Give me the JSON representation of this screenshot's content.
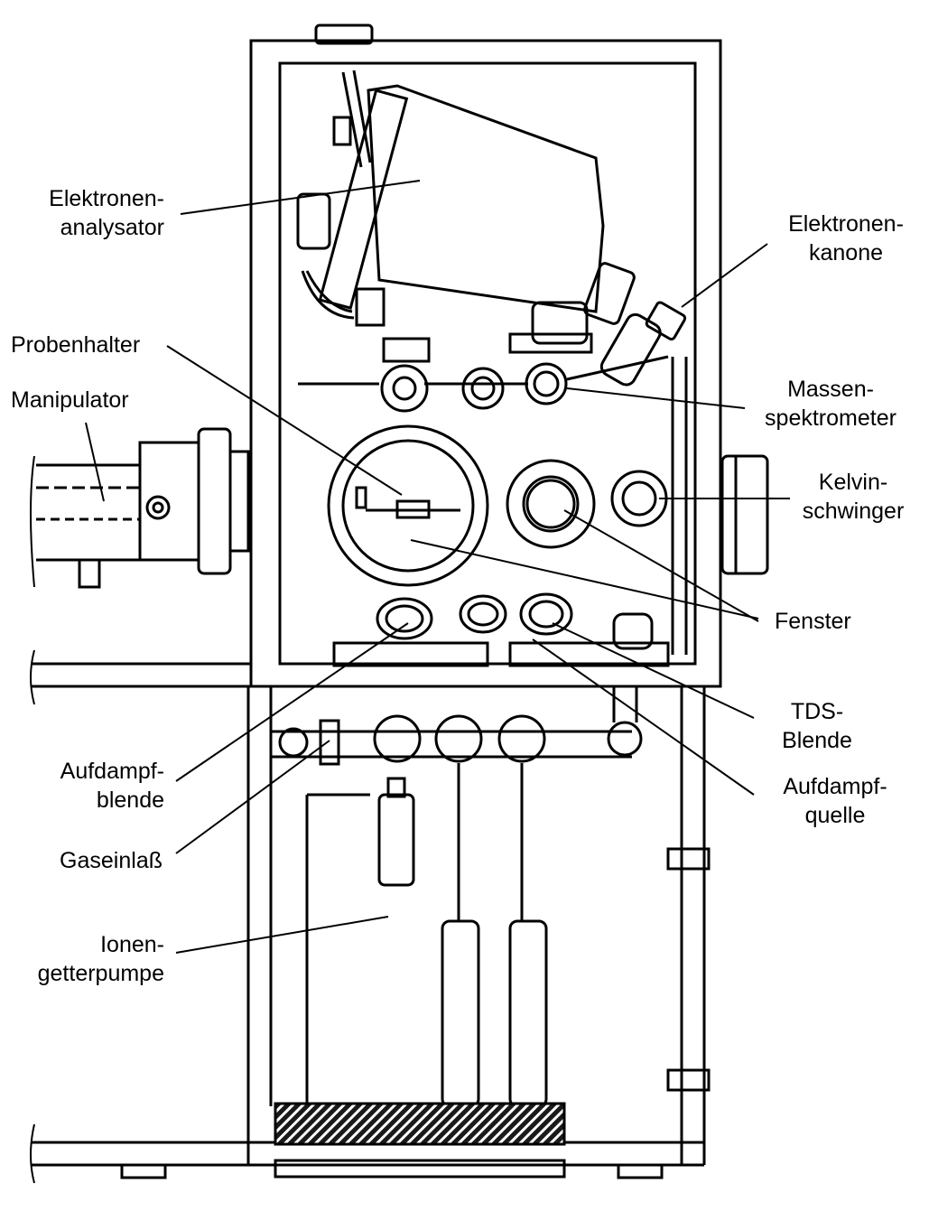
{
  "labels": {
    "elektronenanalysator": {
      "line1": "Elektronen-",
      "line2": "analysator"
    },
    "elektronenkanone": {
      "line1": "Elektronen-",
      "line2": "kanone"
    },
    "probenhalter": {
      "line1": "Probenhalter"
    },
    "manipulator": {
      "line1": "Manipulator"
    },
    "massenspektrometer": {
      "line1": "Massen-",
      "line2": "spektrometer"
    },
    "kelvinschwinger": {
      "line1": "Kelvin-",
      "line2": "schwinger"
    },
    "fenster": {
      "line1": "Fenster"
    },
    "tds_blende": {
      "line1": "TDS-",
      "line2": "Blende"
    },
    "aufdampfblende": {
      "line1": "Aufdampf-",
      "line2": "blende"
    },
    "aufdampfquelle": {
      "line1": "Aufdampf-",
      "line2": "quelle"
    },
    "gaseinlass": {
      "line1": "Gaseinlaß"
    },
    "ionengetterpumpe": {
      "line1": "Ionen-",
      "line2": "getterpumpe"
    }
  },
  "colors": {
    "ink": "#000000",
    "paper": "#ffffff",
    "hatch": "#1a1a1a"
  }
}
